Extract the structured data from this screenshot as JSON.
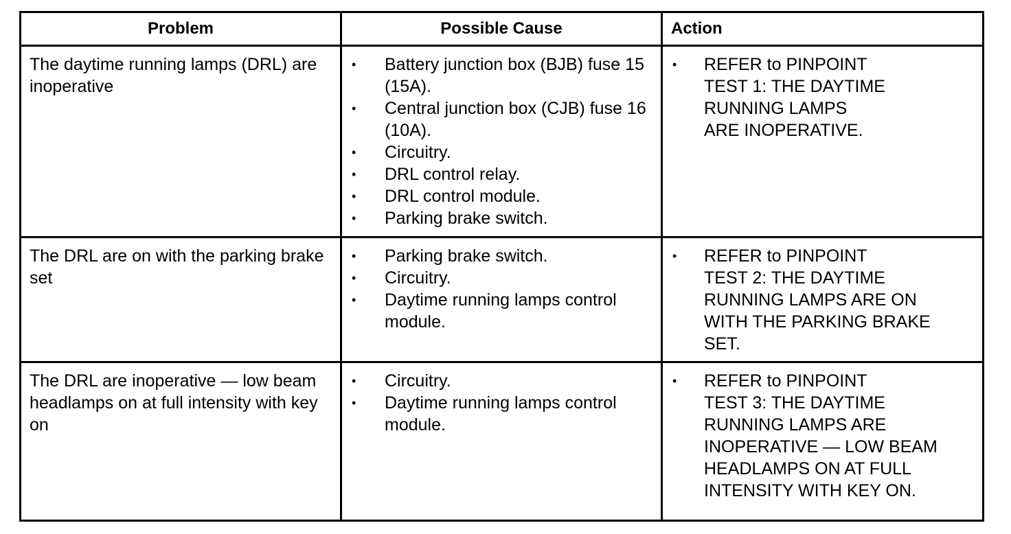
{
  "headers": {
    "problem": "Problem",
    "cause": "Possible Cause",
    "action": "Action"
  },
  "rows": [
    {
      "problem": "The daytime running lamps (DRL) are inoperative",
      "causes": [
        "Battery junction box (BJB) fuse 15 (15A).",
        "Central junction box (CJB) fuse 16 (10A).",
        "Circuitry.",
        "DRL control relay.",
        "DRL control module.",
        "Parking brake switch."
      ],
      "action": "REFER to PINPOINT\nTEST 1:  THE DAYTIME\nRUNNING  LAMPS\nARE INOPERATIVE."
    },
    {
      "problem": "The DRL are on with the parking brake set",
      "causes": [
        "Parking brake switch.",
        "Circuitry.",
        "Daytime running lamps control module."
      ],
      "action": "REFER to PINPOINT\nTEST 2:  THE DAYTIME\nRUNNING LAMPS ARE ON\nWITH THE PARKING BRAKE\nSET."
    },
    {
      "problem": "The DRL are inoperative — low beam headlamps on at full intensity with key on",
      "causes": [
        "Circuitry.",
        "Daytime running lamps control module."
      ],
      "action": "REFER to PINPOINT\nTEST 3:  THE DAYTIME\nRUNNING LAMPS ARE\nINOPERATIVE — LOW BEAM\nHEADLAMPS ON AT FULL\nINTENSITY WITH KEY ON."
    }
  ],
  "bullet": "•"
}
